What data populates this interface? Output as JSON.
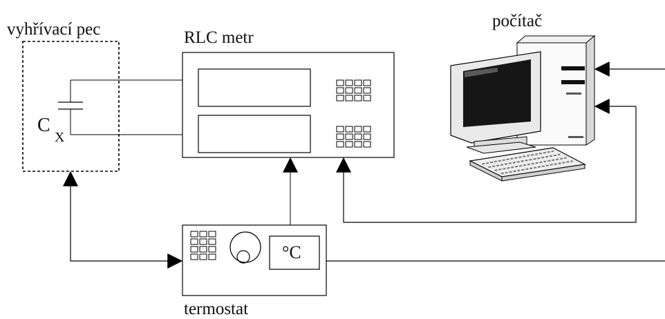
{
  "labels": {
    "furnace": "vyhřívací pec",
    "rlc_meter": "RLC metr",
    "computer": "počítač",
    "thermostat": "termostat",
    "capacitor_main": "C",
    "capacitor_sub": "X",
    "degree_display": "°C"
  }
}
